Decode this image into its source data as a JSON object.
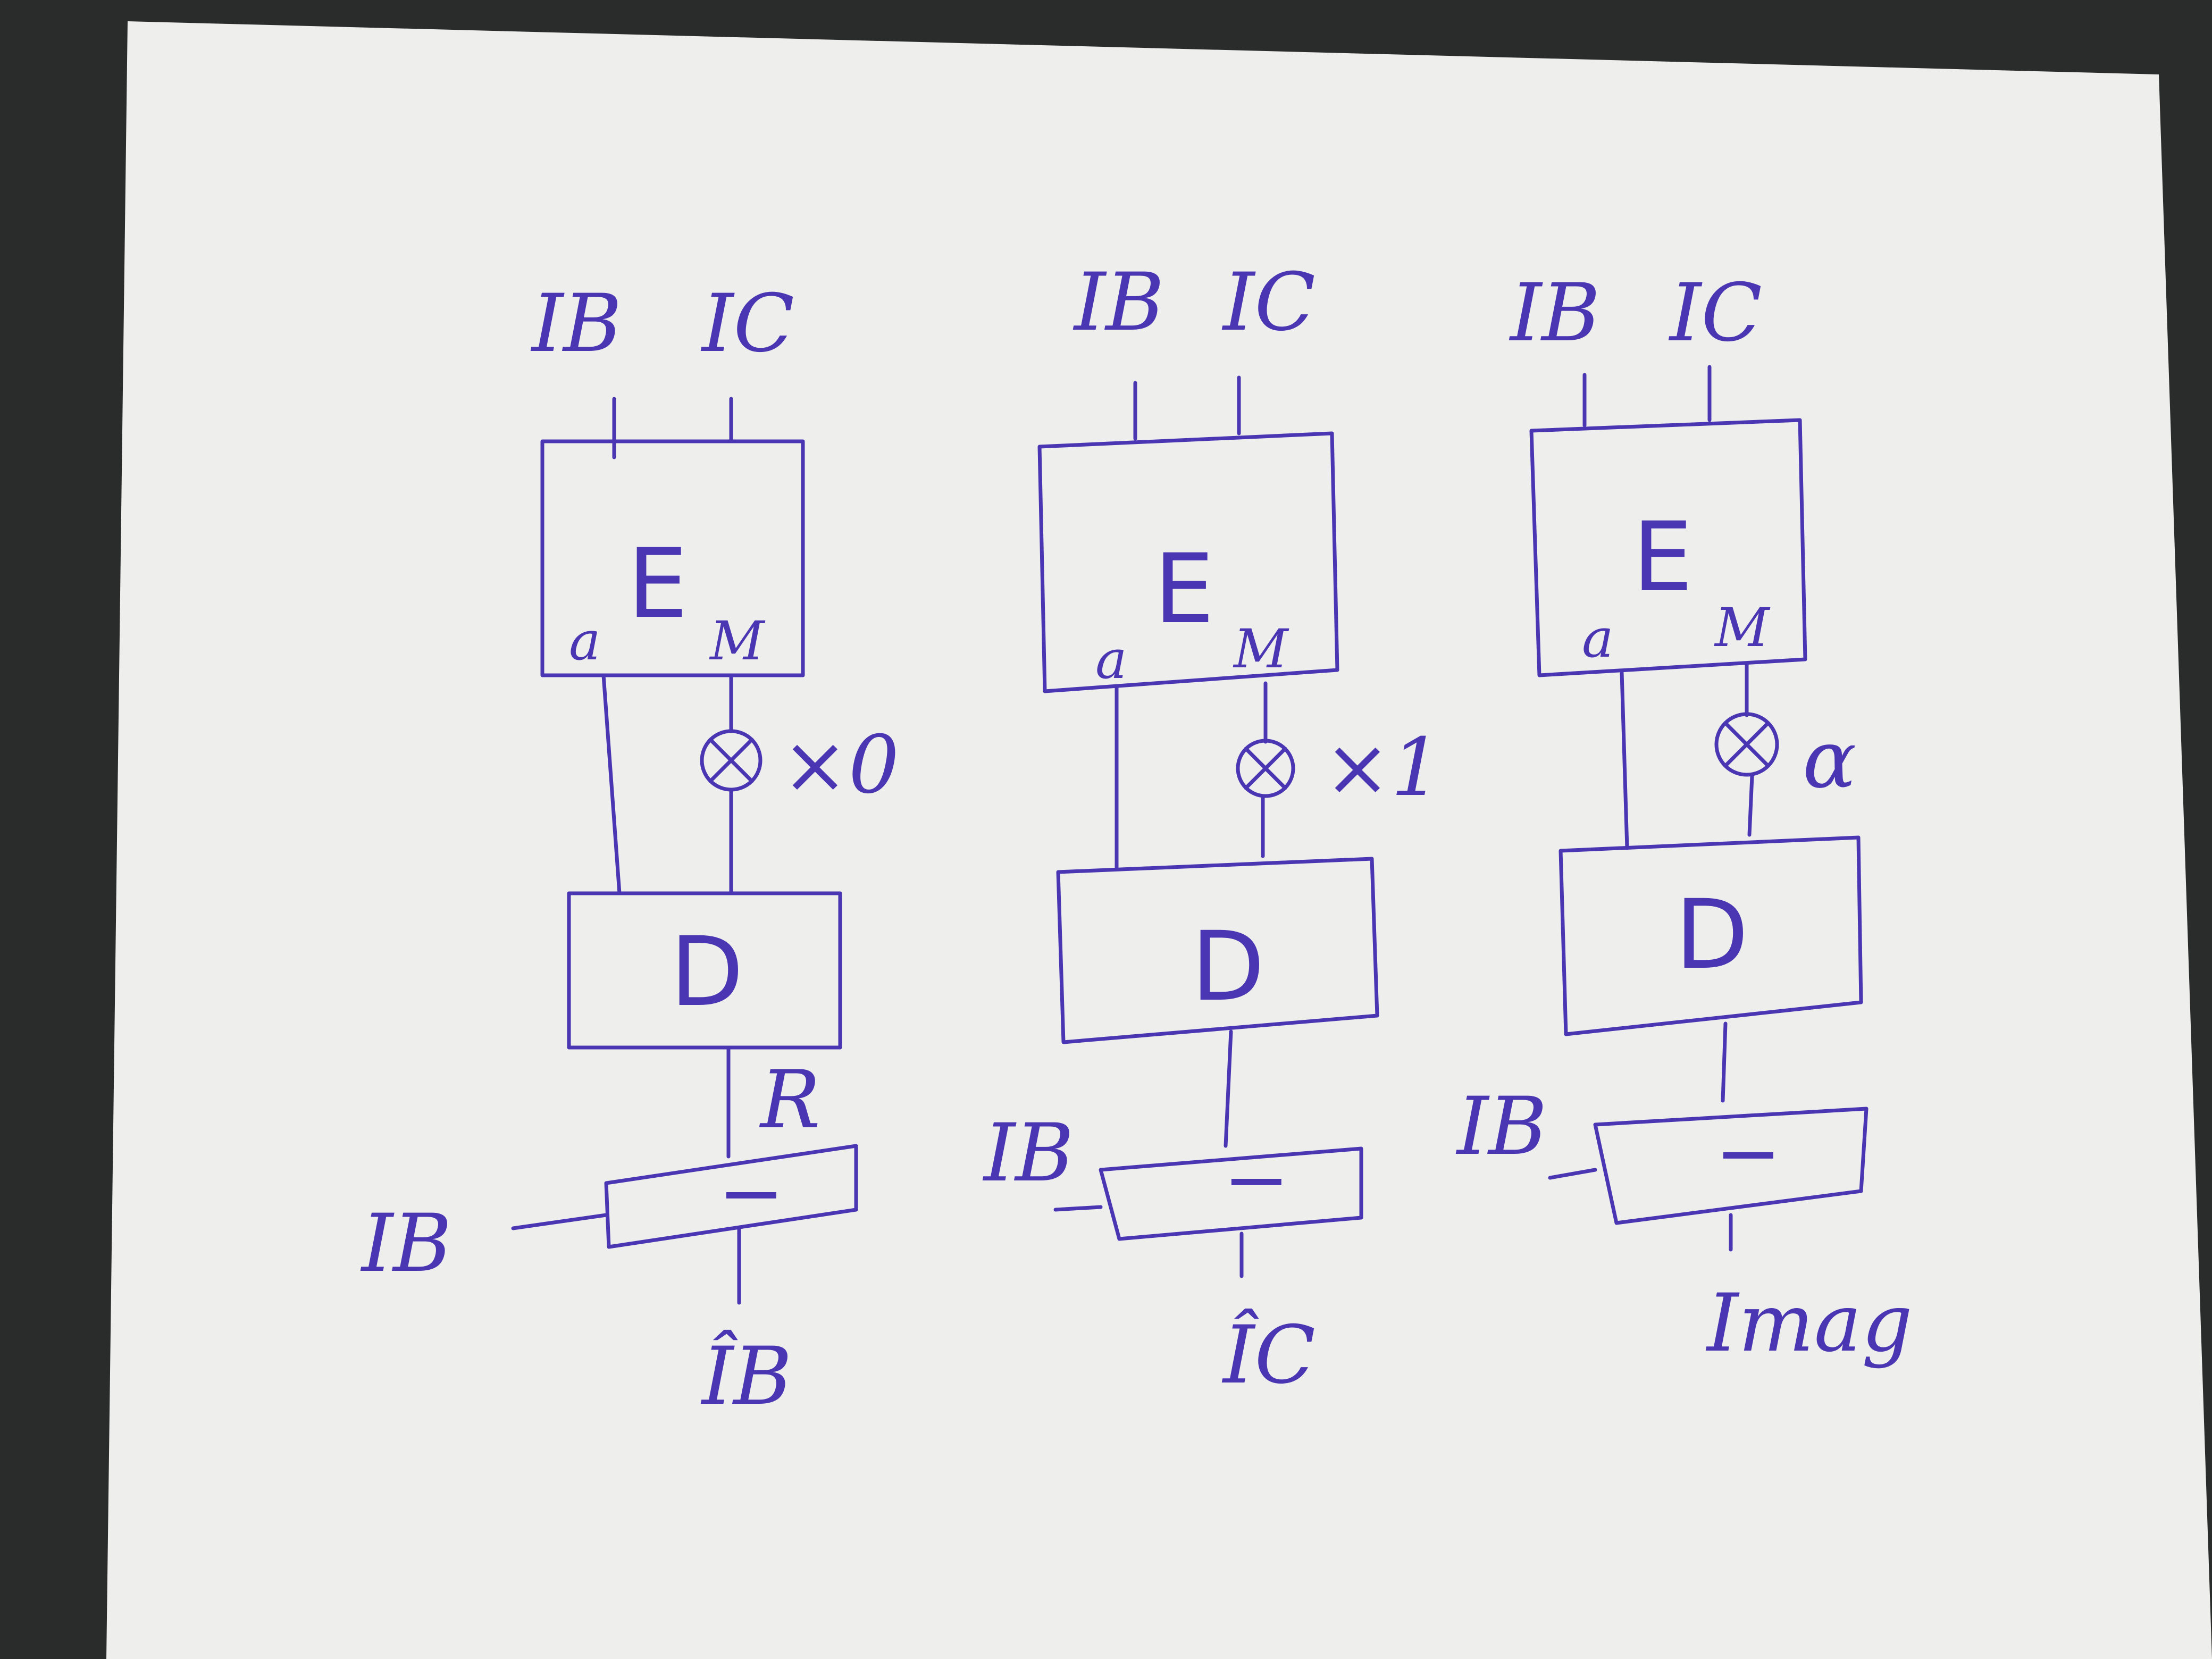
{
  "colors": {
    "ink": "#4a35b3",
    "paper": "#eeeeec",
    "background": "#2a2c2c"
  },
  "diagrams": [
    {
      "inputs": {
        "left": "IB",
        "right": "IC"
      },
      "encoder": {
        "label": "E",
        "port_a": "a",
        "port_m": "M"
      },
      "multiplier": {
        "factor": "×0"
      },
      "decoder": {
        "label": "D"
      },
      "decoder_output": "R",
      "subtract": {
        "label": "−",
        "side_input": "IB"
      },
      "output": "ÎB"
    },
    {
      "inputs": {
        "left": "IB",
        "right": "IC"
      },
      "encoder": {
        "label": "E",
        "port_a": "a",
        "port_m": "M"
      },
      "multiplier": {
        "factor": "×1"
      },
      "decoder": {
        "label": "D"
      },
      "decoder_output": "",
      "subtract": {
        "label": "−",
        "side_input": "IB"
      },
      "output": "ÎC"
    },
    {
      "inputs": {
        "left": "IB",
        "right": "IC"
      },
      "encoder": {
        "label": "E",
        "port_a": "a",
        "port_m": "M"
      },
      "multiplier": {
        "factor": "α"
      },
      "decoder": {
        "label": "D"
      },
      "decoder_output": "",
      "subtract": {
        "label": "−",
        "side_input": "IB"
      },
      "output": "Imag"
    }
  ]
}
